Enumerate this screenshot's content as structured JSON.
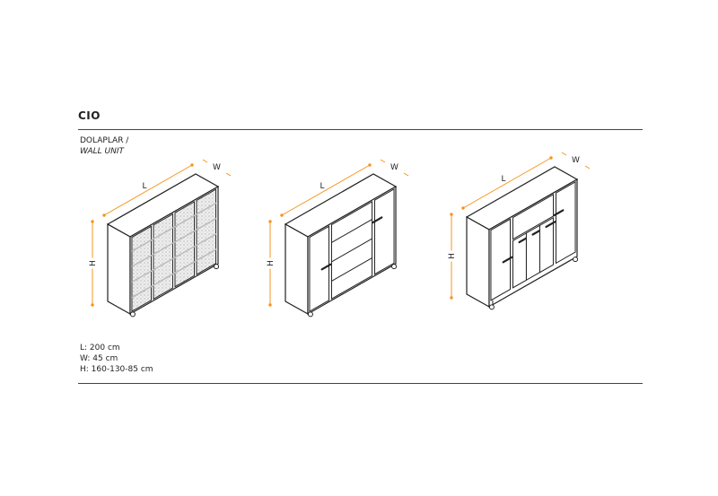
{
  "header": {
    "title": "CIO"
  },
  "category": {
    "tr": "DOLAPLAR /",
    "en": "WALL UNIT"
  },
  "specs": [
    "L: 200 cm",
    "W: 45 cm",
    "H: 160-130-85 cm"
  ],
  "dimension_labels": {
    "length": "L",
    "width": "W",
    "height": "H"
  },
  "colors": {
    "accent": "#f7941d",
    "line": "#222222"
  },
  "drawings": [
    {
      "name": "glass-door-unit",
      "height_cm": 160
    },
    {
      "name": "open-shelf-unit",
      "height_cm": 130
    },
    {
      "name": "low-unit",
      "height_cm": 85
    }
  ]
}
